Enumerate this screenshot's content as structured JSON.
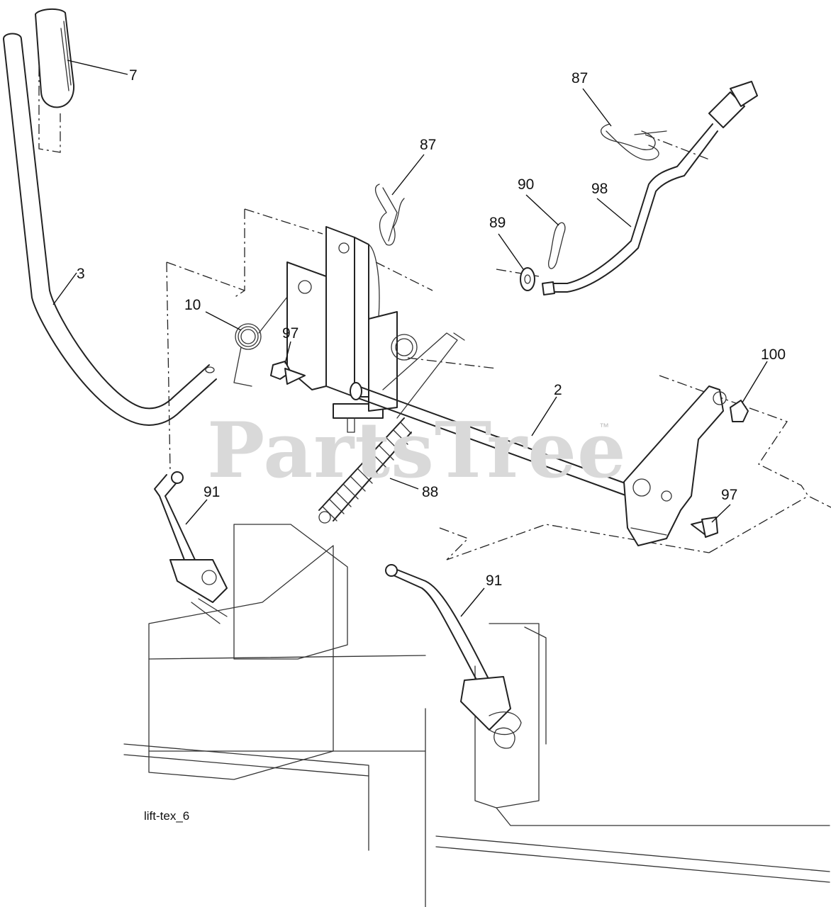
{
  "caption": "lift-tex_6",
  "watermark": {
    "brand": "PartsTree",
    "trademark": "™"
  },
  "callouts": {
    "handle_grip": "7",
    "lift_lever": "3",
    "torsion_spring": "10",
    "bolt_left": "97",
    "hair_pin_left": "87",
    "hair_pin_right": "87",
    "clip": "90",
    "washer": "89",
    "lift_rod": "98",
    "lift_shaft": "2",
    "nut": "100",
    "tension_spring": "88",
    "bolt_right": "97",
    "link_left": "91",
    "link_right": "91"
  }
}
